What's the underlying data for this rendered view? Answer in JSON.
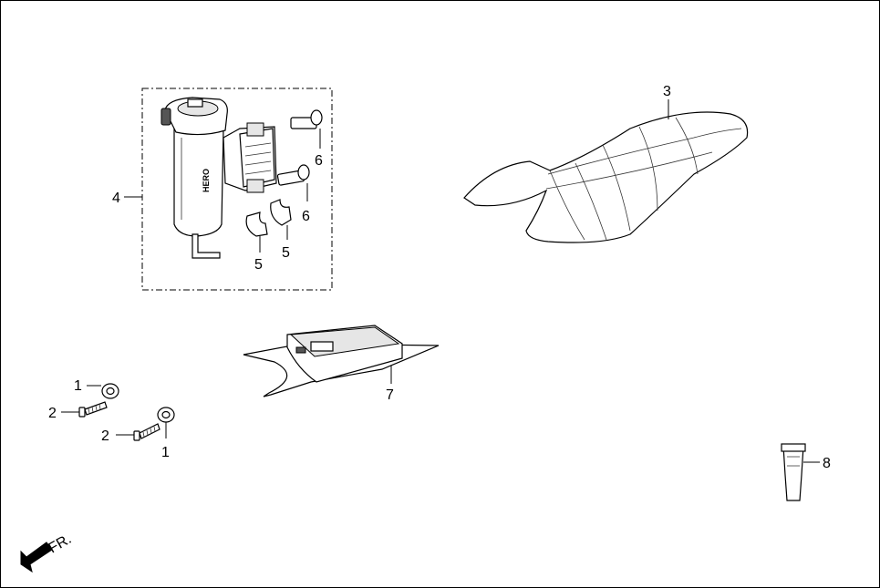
{
  "diagram": {
    "callouts": {
      "seat": "3",
      "reservoir_assembly": "4",
      "hose_clip_a": "5",
      "hose_clip_b": "5",
      "bolt_upper": "6",
      "bolt_lower": "6",
      "seat_tray": "7",
      "bushing": "8",
      "washer_upper": "1",
      "washer_lower": "1",
      "screw_upper": "2",
      "screw_lower": "2"
    },
    "reservoir_logo_text": "HERO",
    "front_indicator": "FR."
  }
}
